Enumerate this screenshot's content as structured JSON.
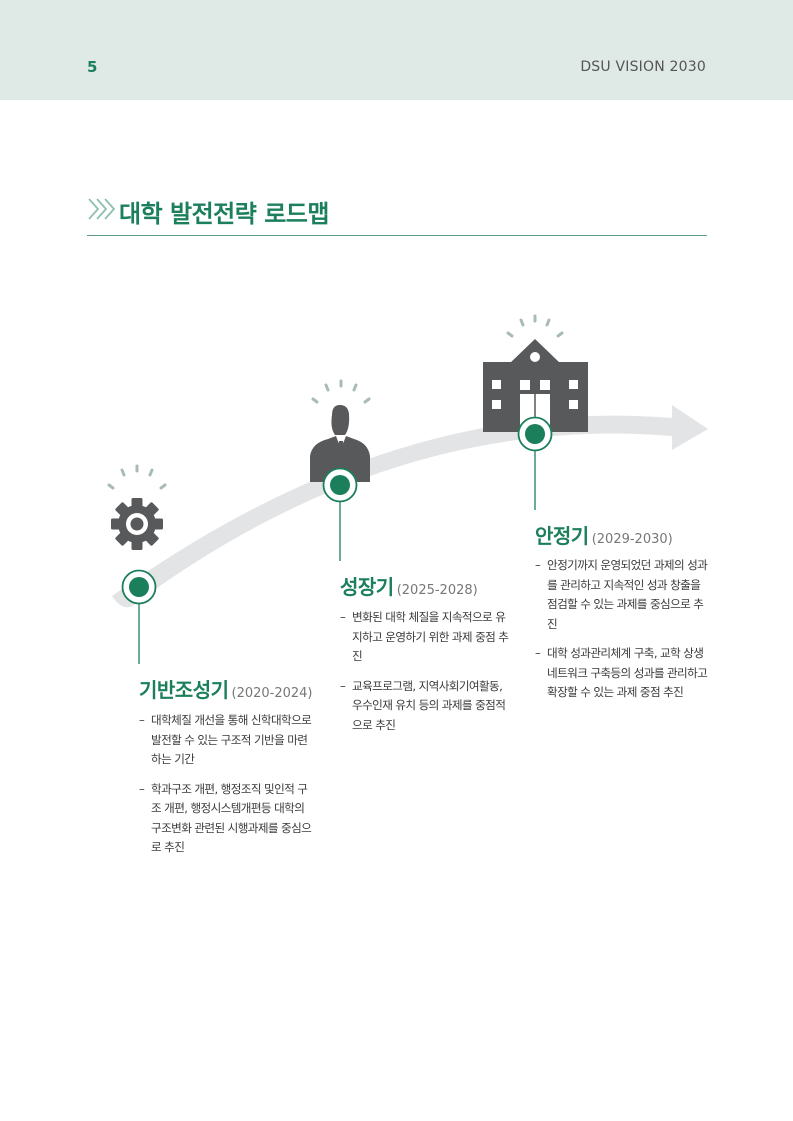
{
  "header": {
    "page_number": "5",
    "doc_title": "DSU VISION 2030"
  },
  "section": {
    "title": "대학 발전전략 로드맵"
  },
  "colors": {
    "accent": "#1a7f5a",
    "header_band": "#dfe9e5",
    "icon_gray": "#58595b",
    "arrow_gray": "#e3e4e6"
  },
  "phases": [
    {
      "name": "기반조성기",
      "period": "(2020-2024)",
      "icon": "gear-icon",
      "bullets": [
        "대학체질 개선을 통해 신학대학으로 발전할 수 있는 구조적 기반을 마련하는 기간",
        "학과구조 개편, 행정조직 및인적 구조 개편, 행정시스템개편등 대학의 구조변화 관련된 시행과제를 중심으로 추진"
      ]
    },
    {
      "name": "성장기",
      "period": "(2025-2028)",
      "icon": "businessman-icon",
      "bullets": [
        "변화된 대학 체질을 지속적으로 유지하고 운영하기 위한 과제 중점 추진",
        "교육프로그램, 지역사회기여활동, 우수인재 유치 등의 과제를 중점적으로 추진"
      ]
    },
    {
      "name": "안정기",
      "period": "(2029-2030)",
      "icon": "school-building-icon",
      "bullets": [
        "안정기까지 운영되었던 과제의 성과를 관리하고 지속적인 성과 창출을 점검할 수 있는 과제를 중심으로 추진",
        "대학 성과관리체계 구축, 교학 상생 네트워크 구축등의 성과를 관리하고 확장할 수 있는 과제 중점 추진"
      ]
    }
  ]
}
